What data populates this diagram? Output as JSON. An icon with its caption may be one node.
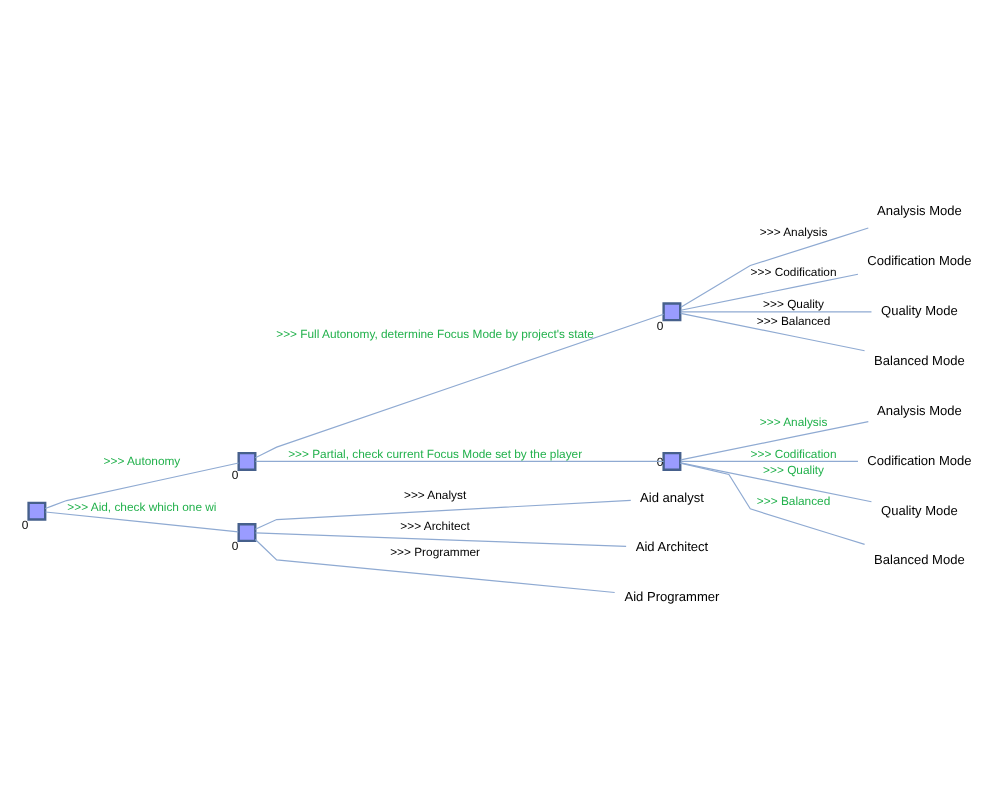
{
  "diagram": {
    "nodes": [
      {
        "text": [],
        "shape": "box",
        "beside": [
          "0"
        ]
      },
      {
        "text": [],
        "shape": "box",
        "beside": [
          "0"
        ]
      },
      {
        "text": [],
        "shape": "box",
        "beside": [
          "0"
        ]
      },
      {
        "text": [
          "Analysis Mode"
        ]
      },
      {
        "text": [
          "Codification Mode"
        ]
      },
      {
        "text": [
          "Quality Mode"
        ]
      },
      {
        "text": [
          "Balanced Mode"
        ]
      },
      {
        "text": [],
        "shape": "box",
        "beside": [
          "0"
        ]
      },
      {
        "text": [
          "Analysis Mode"
        ]
      },
      {
        "text": [
          "Codification Mode"
        ]
      },
      {
        "text": [
          "Quality Mode"
        ]
      },
      {
        "text": [
          "Balanced Mode"
        ]
      },
      {
        "text": [],
        "shape": "box",
        "beside": [
          "0"
        ]
      },
      {
        "text": [
          "Aid analyst"
        ]
      },
      {
        "text": [
          "Aid Architect"
        ]
      },
      {
        "text": [
          "Aid Programmer"
        ]
      }
    ],
    "edges": [
      {
        "from": 0,
        "to": 1,
        "arrow": "none",
        "label": ">>> Autonomy"
      },
      {
        "from": 1,
        "to": 2,
        "arrow": "none",
        "label": ">>> Full Autonomy, determine Focus Mode by project's state"
      },
      {
        "from": 2,
        "to": 3,
        "arrow": "none",
        "label": ">>> Analysis"
      },
      {
        "from": 2,
        "to": 4,
        "arrow": "none",
        "label": ">>> Codification"
      },
      {
        "from": 2,
        "to": 5,
        "arrow": "none",
        "label": ">>> Quality"
      },
      {
        "from": 2,
        "to": 6,
        "arrow": "none",
        "label": ">>> Balanced"
      },
      {
        "from": 1,
        "to": 7,
        "arrow": "none",
        "label": ">>> Partial, check current Focus Mode set by the player"
      },
      {
        "from": 7,
        "to": 8,
        "arrow": "none",
        "label": ">>> Analysis"
      },
      {
        "from": 7,
        "to": 9,
        "arrow": "none",
        "label": ">>> Codification"
      },
      {
        "from": 7,
        "to": 10,
        "arrow": "none",
        "label": ">>> Quality"
      },
      {
        "from": 7,
        "to": 11,
        "arrow": "none",
        "label": ">>> Balanced"
      },
      {
        "from": 0,
        "to": 12,
        "arrow": "none",
        "label": ">>> Aid, check which one wi"
      },
      {
        "from": 12,
        "to": 13,
        "arrow": "none",
        "label": ">>> Analyst"
      },
      {
        "from": 12,
        "to": 14,
        "arrow": "none",
        "label": ">>> Architect"
      },
      {
        "from": 12,
        "to": 15,
        "arrow": "none",
        "label": ">>> Programmer"
      }
    ]
  }
}
